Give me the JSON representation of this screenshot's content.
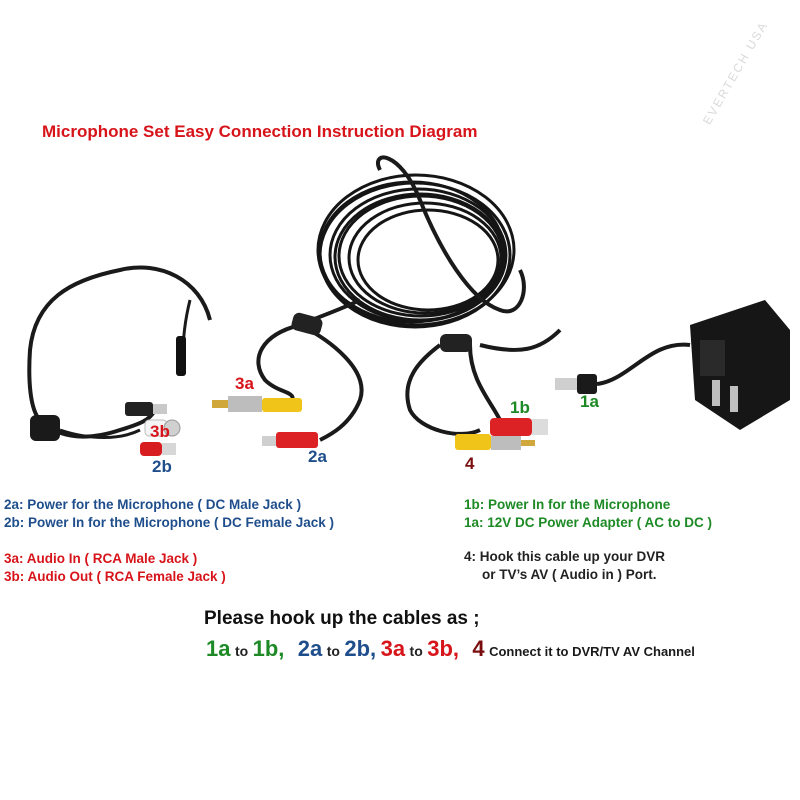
{
  "title": "Microphone Set Easy Connection Instruction Diagram",
  "watermark": "EVERTECH USA",
  "labels": {
    "l1a": "1a",
    "l1b": "1b",
    "l2a": "2a",
    "l2b": "2b",
    "l3a": "3a",
    "l3b": "3b",
    "l4": "4"
  },
  "descriptions": {
    "d2a": "2a: Power for the Microphone ( DC Male Jack )",
    "d2b": "2b: Power In for the Microphone ( DC Female Jack )",
    "d3a": "3a: Audio In ( RCA Male Jack )",
    "d3b": "3b: Audio Out ( RCA Female Jack )",
    "d1b": "1b: Power In for the Microphone",
    "d1a": "1a:  12V DC Power Adapter ( AC to DC )",
    "d4_line1": "4: Hook this cable up your DVR",
    "d4_line2": "or TV’s AV ( Audio in ) Port."
  },
  "instruction": "Please hook up the cables as ;",
  "summary": {
    "s1a": "1a",
    "to1": "to",
    "s1b": "1b,",
    "s2a": "2a",
    "to2": "to",
    "s2b": "2b,",
    "s3a": "3a",
    "to3": "to",
    "s3b": "3b,",
    "s4": "4",
    "connect": "Connect it to DVR/TV AV Channel"
  },
  "colors": {
    "red": "#d7141a",
    "green": "#1d8a25",
    "blue": "#1f4e8c",
    "dark_red": "#7a0d0d"
  }
}
